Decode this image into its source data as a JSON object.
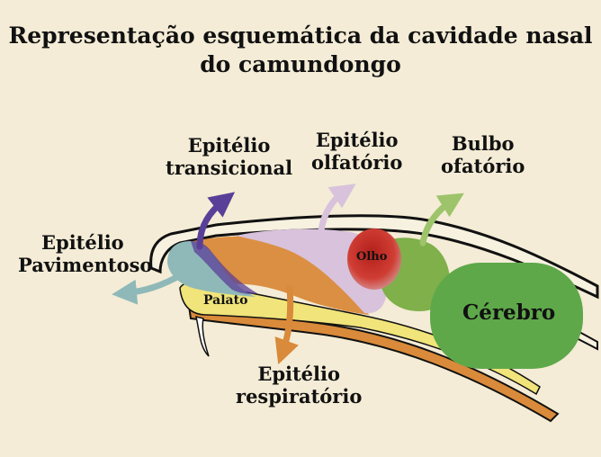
{
  "title": {
    "line1": "Representação esquemática da cavidade nasal",
    "line2": "do camundongo"
  },
  "labels": {
    "epitelio_pavimentoso": [
      "Epitélio",
      "Pavimentoso"
    ],
    "epitelio_transicional": [
      "Epitélio",
      "transicional"
    ],
    "epitelio_olfatorio": [
      "Epitélio",
      "olfatório"
    ],
    "bulbo_ofatorio": [
      "Bulbo",
      "ofatório"
    ],
    "epitelio_respiratorio": [
      "Epitélio",
      "respiratório"
    ],
    "olho": "Olho",
    "palato": "Palato",
    "cerebro": "Cérebro"
  },
  "colors": {
    "background": "#f4ecd6",
    "pavimentoso": "#8fb9b8",
    "transicional": "#5a3f98",
    "olfatorio": "#d8c2dc",
    "respiratorio": "#d98a3a",
    "bulbo": "#7fb04a",
    "cerebro": "#5fa84a",
    "olho": "#c8302a",
    "palato": "#f0e47a"
  }
}
